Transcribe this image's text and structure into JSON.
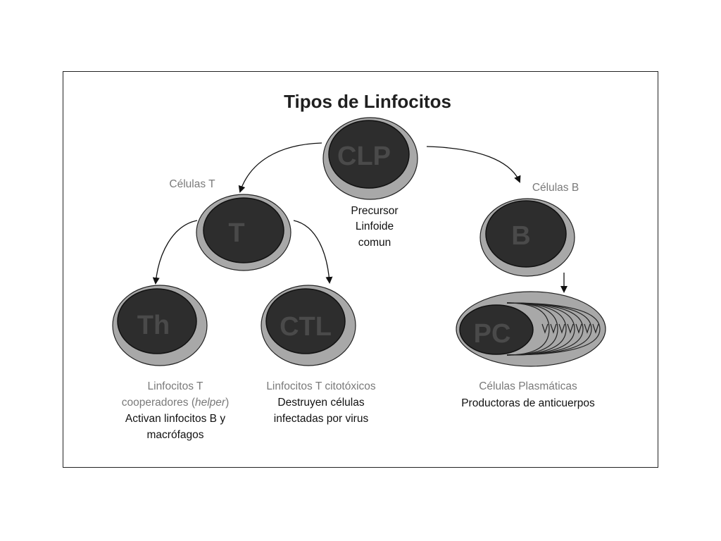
{
  "title": "Tipos de Linfocitos",
  "cells": {
    "clp": "CLP",
    "t": "T",
    "b": "B",
    "th": "Th",
    "ctl": "CTL",
    "pc": "PC"
  },
  "branch_labels": {
    "t": "Células T",
    "b": "Células B"
  },
  "clp_caption": [
    "Precursor",
    "Linfoide",
    "comun"
  ],
  "th_caption": {
    "line1": "Linfocitos T",
    "line2_main": "cooperadores (",
    "line2_italic": "helper",
    "line2_close": ")",
    "line3": "Activan linfocitos B y",
    "line4": "macrófagos"
  },
  "ctl_caption": {
    "line1": "Linfocitos T citotóxicos",
    "line2": "Destruyen células",
    "line3": "infectadas por virus"
  },
  "pc_caption": {
    "line1": "Células Plasmáticas",
    "line2": "Productoras de anticuerpos"
  },
  "colors": {
    "outer_ring": "#a8a8a8",
    "nucleus": "#2d2d2d",
    "label_gray": "#7a7a7a"
  }
}
